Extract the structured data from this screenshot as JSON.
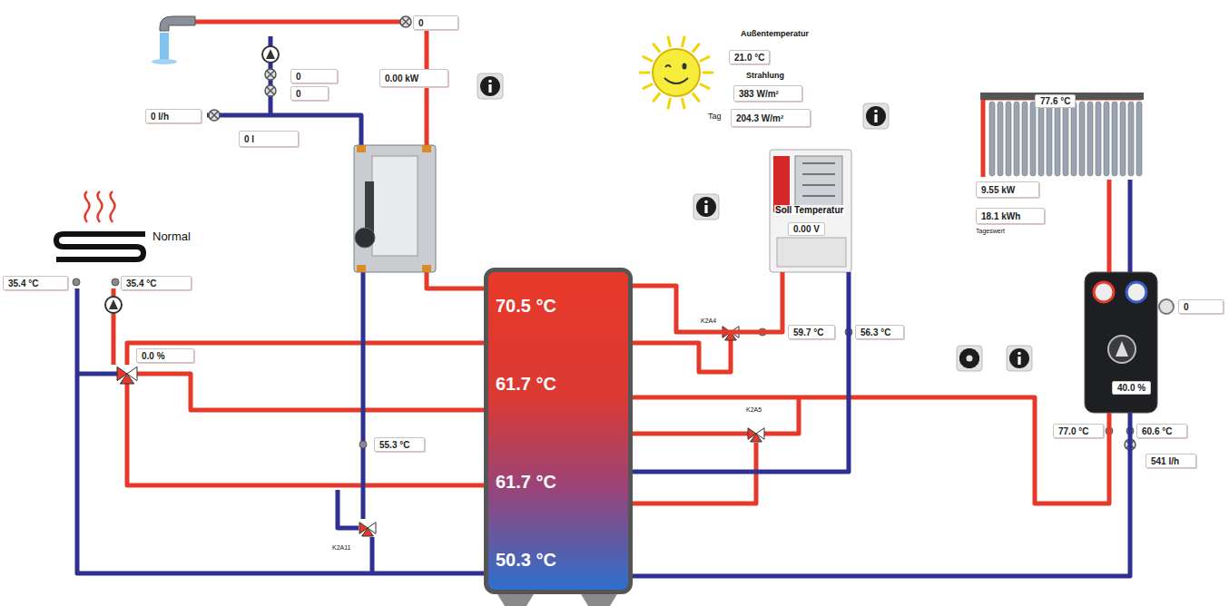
{
  "diagram": {
    "nodes": [
      {
        "text": [
          "0"
        ]
      },
      {
        "text": [
          "0.00 kW"
        ]
      },
      {
        "text": [
          "0"
        ]
      },
      {
        "text": [
          "0"
        ]
      },
      {
        "text": [
          "0 l/h"
        ]
      },
      {
        "text": [
          "0 l"
        ]
      },
      {
        "text": [
          "21.0 °C"
        ]
      },
      {
        "text": [
          "383 W/m²"
        ]
      },
      {
        "text": [
          "204.3 W/m²"
        ]
      },
      {
        "text": [
          "Soll Temperatur",
          "0.00 V"
        ]
      },
      {
        "text": [
          "77.6 °C"
        ]
      },
      {
        "text": [
          "9.55 kW"
        ]
      },
      {
        "text": [
          "18.1 kWh"
        ]
      },
      {
        "text": [
          "40.0 %"
        ]
      },
      {
        "text": [
          "0"
        ]
      },
      {
        "text": [
          "35.4 °C"
        ]
      },
      {
        "text": [
          "35.4 °C"
        ]
      },
      {
        "text": [
          "0.0 %"
        ]
      },
      {
        "text": [
          "70.5 °C",
          "61.7 °C",
          "61.7 °C",
          "50.3 °C"
        ]
      },
      {
        "text": [
          "59.7 °C"
        ]
      },
      {
        "text": [
          "56.3 °C"
        ]
      },
      {
        "text": [
          "55.3 °C"
        ]
      },
      {
        "text": [
          "77.0 °C"
        ]
      },
      {
        "text": [
          "60.6 °C"
        ]
      },
      {
        "text": [
          "541 l/h"
        ]
      }
    ],
    "edges": [
      {
        "from": 10,
        "to": 13,
        "arrow": "none"
      },
      {
        "from": 13,
        "to": 10,
        "arrow": "none"
      },
      {
        "from": 13,
        "to": 18,
        "arrow": "none"
      },
      {
        "from": 18,
        "to": 13,
        "arrow": "none"
      },
      {
        "from": 9,
        "to": 18,
        "arrow": "none"
      },
      {
        "from": 9,
        "to": 18,
        "arrow": "none"
      }
    ],
    "labels": [
      "Normal",
      "Außentemperatur",
      "Strahlung",
      "Tag",
      "Tageswert",
      "K2A4",
      "K2A5",
      "K2A11"
    ]
  }
}
